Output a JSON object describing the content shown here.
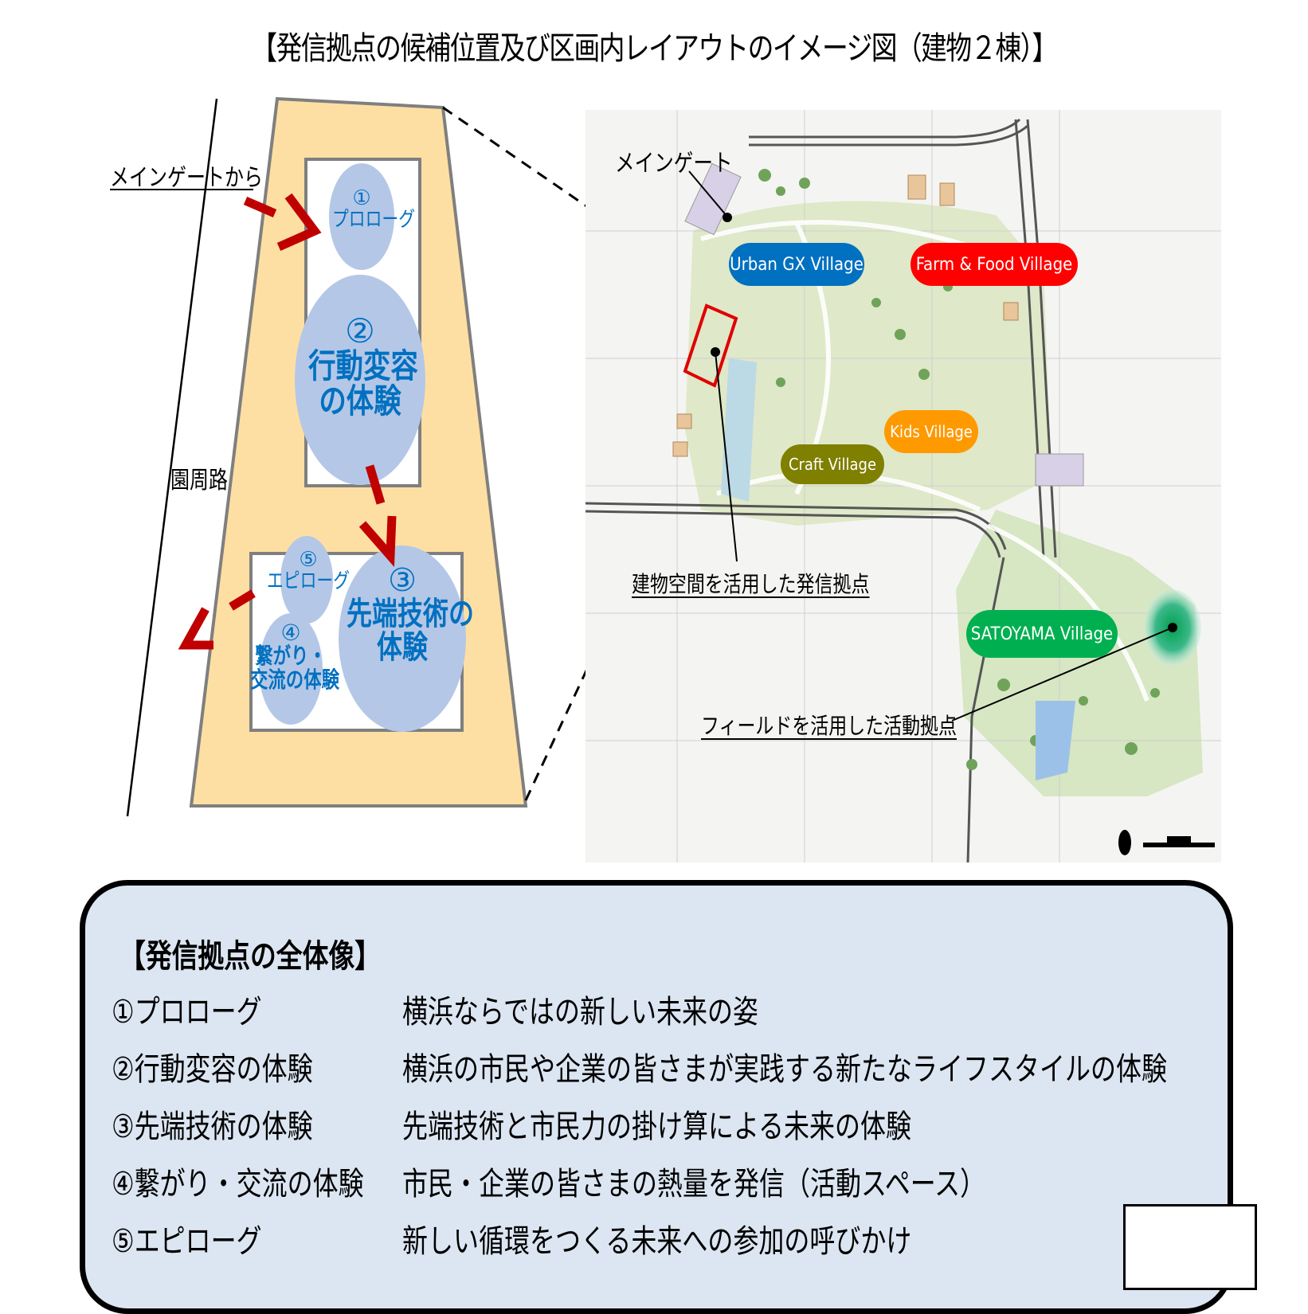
{
  "title": "【発信拠点の候補位置及び区画内レイアウトのイメージ図（建物２棟）】",
  "layout_diagram": {
    "from_main_gate_label": "メインゲートから",
    "ring_road_label": "園周路",
    "zones": [
      {
        "num": "①",
        "label": "プロローグ"
      },
      {
        "num": "②",
        "label_line1": "行動変容",
        "label_line2": "の体験"
      },
      {
        "num": "③",
        "label_line1": "先端技術の",
        "label_line2": "体験"
      },
      {
        "num": "④",
        "label_line1": "繋がり・",
        "label_line2": "交流の体験"
      },
      {
        "num": "⑤",
        "label": "エピローグ"
      }
    ],
    "colors": {
      "site_fill": "#fedfa3",
      "circle_fill": "#b4c7e7",
      "circle_text": "#0070c0",
      "arrow": "#c00000",
      "building_fill": "#ffffff"
    }
  },
  "map": {
    "main_gate_label": "メインゲート",
    "villages": [
      {
        "name": "Urban GX Village",
        "color": "#0070c0"
      },
      {
        "name": "Farm & Food Village",
        "color": "#ff0000"
      },
      {
        "name": "Kids Village",
        "color": "#ff9900"
      },
      {
        "name": "Craft Village",
        "color": "#7f7f00"
      },
      {
        "name": "SATOYAMA Village",
        "color": "#00b050"
      }
    ],
    "building_base_label": "建物空間を活用した発信拠点",
    "field_base_label": "フィールドを活用した活動拠点",
    "highlight_color": "#e00000"
  },
  "summary": {
    "title": "【発信拠点の全体像】",
    "rows": [
      {
        "key": "①プロローグ",
        "value": "横浜ならではの新しい未来の姿"
      },
      {
        "key": "②行動変容の体験",
        "value": "横浜の市民や企業の皆さまが実践する新たなライフスタイルの体験"
      },
      {
        "key": "③先端技術の体験",
        "value": "先端技術と市民力の掛け算による未来の体験"
      },
      {
        "key": "④繋がり・交流の体験",
        "value": "市民・企業の皆さまの熱量を発信（活動スペース）"
      },
      {
        "key": "⑤エピローグ",
        "value": "新しい循環をつくる未来への参加の呼びかけ"
      }
    ],
    "background": "#dce6f2"
  }
}
